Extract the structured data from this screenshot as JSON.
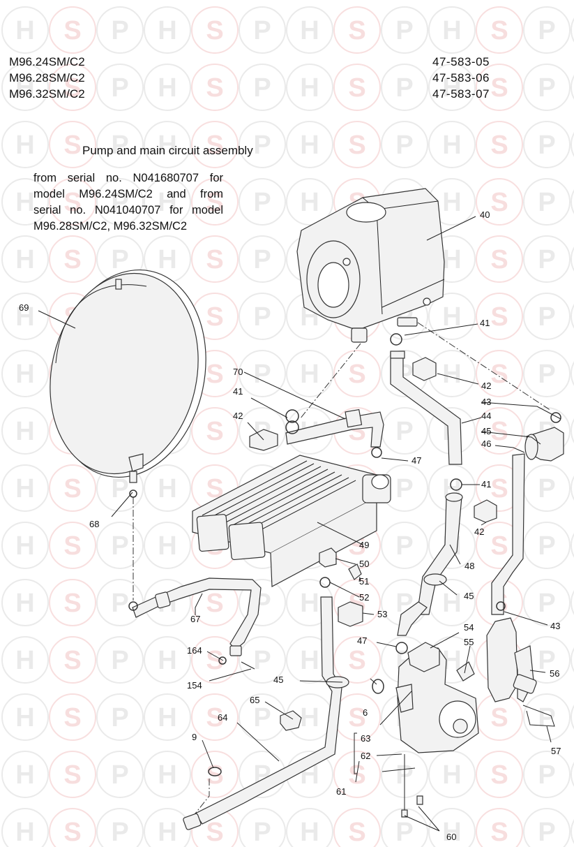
{
  "watermark": {
    "letters": [
      "H",
      "S",
      "P"
    ],
    "colors": {
      "h": "#d9d9d9",
      "s": "#f2c4c4",
      "p": "#d9d9d9"
    }
  },
  "header": {
    "models": [
      "M96.24SM/C2",
      "M96.28SM/C2",
      "M96.32SM/C2"
    ],
    "codes": [
      "47-583-05",
      "47-583-06",
      "47-583-07"
    ]
  },
  "title": "Pump and main circuit assembly",
  "serial_note": [
    "from serial no. N041680707 for",
    "model M96.24SM/C2 and from",
    "serial no. N041040707 for model",
    "M96.28SM/C2, M96.32SM/C2"
  ],
  "parts": {
    "p40": "40",
    "p41a": "41",
    "p41b": "41",
    "p41c": "41",
    "p42a": "42",
    "p42b": "42",
    "p42c": "42",
    "p43a": "43",
    "p43b": "43",
    "p44": "44",
    "p45a": "45",
    "p45b": "45",
    "p45c": "45",
    "p46": "46",
    "p47a": "47",
    "p47b": "47",
    "p48": "48",
    "p49": "49",
    "p50": "50",
    "p51": "51",
    "p52": "52",
    "p53": "53",
    "p54": "54",
    "p55": "55",
    "p56": "56",
    "p57": "57",
    "p6": "6",
    "p9": "9",
    "p60": "60",
    "p61": "61",
    "p62": "62",
    "p63": "63",
    "p64": "64",
    "p65": "65",
    "p67": "67",
    "p68": "68",
    "p69": "69",
    "p70": "70",
    "p154": "154",
    "p164": "164"
  }
}
